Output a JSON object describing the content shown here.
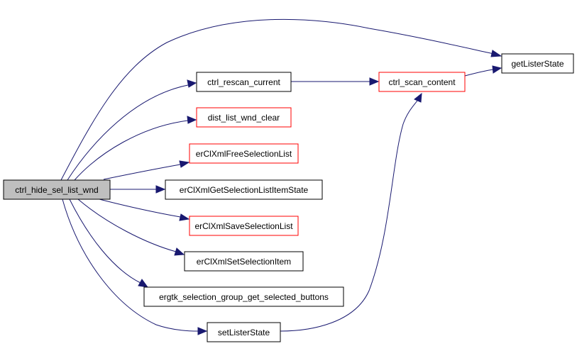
{
  "colors": {
    "edge": "#191970",
    "border_default": "#000000",
    "border_highlight": "#ff0000",
    "root_fill": "#bfbfbf",
    "node_fill": "#ffffff"
  },
  "nodes": {
    "root": {
      "label": "ctrl_hide_sel_list_wnd",
      "style": "root"
    },
    "ctrl_rescan_current": {
      "label": "ctrl_rescan_current",
      "style": "normal"
    },
    "dist_list_wnd_clear": {
      "label": "dist_list_wnd_clear",
      "style": "highlight"
    },
    "erClXmlFreeSelectionList": {
      "label": "erClXmlFreeSelectionList",
      "style": "highlight"
    },
    "erClXmlGetSelectionListItemState": {
      "label": "erClXmlGetSelectionListItemState",
      "style": "normal"
    },
    "erClXmlSaveSelectionList": {
      "label": "erClXmlSaveSelectionList",
      "style": "highlight"
    },
    "erClXmlSetSelectionItem": {
      "label": "erClXmlSetSelectionItem",
      "style": "normal"
    },
    "ergtk_selection_group_get_selected_buttons": {
      "label": "ergtk_selection_group_get_selected_buttons",
      "style": "normal"
    },
    "setListerState": {
      "label": "setListerState",
      "style": "normal"
    },
    "ctrl_scan_content": {
      "label": "ctrl_scan_content",
      "style": "highlight"
    },
    "getListerState": {
      "label": "getListerState",
      "style": "normal"
    }
  },
  "edges": [
    {
      "from": "root",
      "to": "getListerState"
    },
    {
      "from": "root",
      "to": "ctrl_rescan_current"
    },
    {
      "from": "root",
      "to": "dist_list_wnd_clear"
    },
    {
      "from": "root",
      "to": "erClXmlFreeSelectionList"
    },
    {
      "from": "root",
      "to": "erClXmlGetSelectionListItemState"
    },
    {
      "from": "root",
      "to": "erClXmlSaveSelectionList"
    },
    {
      "from": "root",
      "to": "erClXmlSetSelectionItem"
    },
    {
      "from": "root",
      "to": "ergtk_selection_group_get_selected_buttons"
    },
    {
      "from": "root",
      "to": "setListerState"
    },
    {
      "from": "ctrl_rescan_current",
      "to": "ctrl_scan_content"
    },
    {
      "from": "ctrl_scan_content",
      "to": "getListerState"
    },
    {
      "from": "setListerState",
      "to": "ctrl_scan_content"
    }
  ]
}
